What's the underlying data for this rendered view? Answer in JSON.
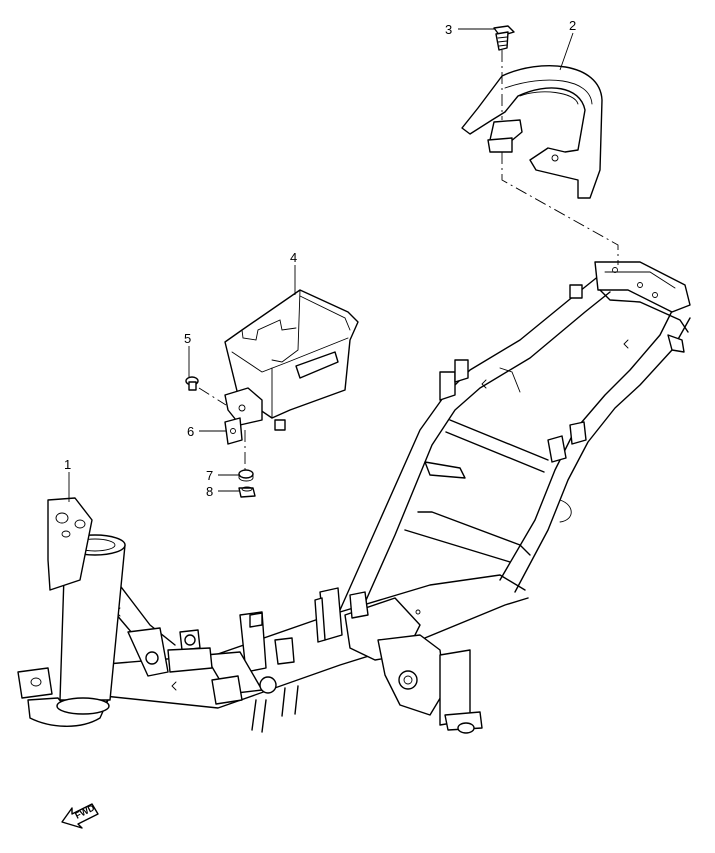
{
  "callouts": [
    {
      "id": "1",
      "label": "1"
    },
    {
      "id": "2",
      "label": "2"
    },
    {
      "id": "3",
      "label": "3"
    },
    {
      "id": "4",
      "label": "4"
    },
    {
      "id": "5",
      "label": "5"
    },
    {
      "id": "6",
      "label": "6"
    },
    {
      "id": "7",
      "label": "7"
    },
    {
      "id": "8",
      "label": "8"
    }
  ],
  "direction_marker": {
    "label": "FWD",
    "icon": "fwd-arrow-icon"
  },
  "colors": {
    "line": "#000000",
    "background": "#ffffff"
  }
}
